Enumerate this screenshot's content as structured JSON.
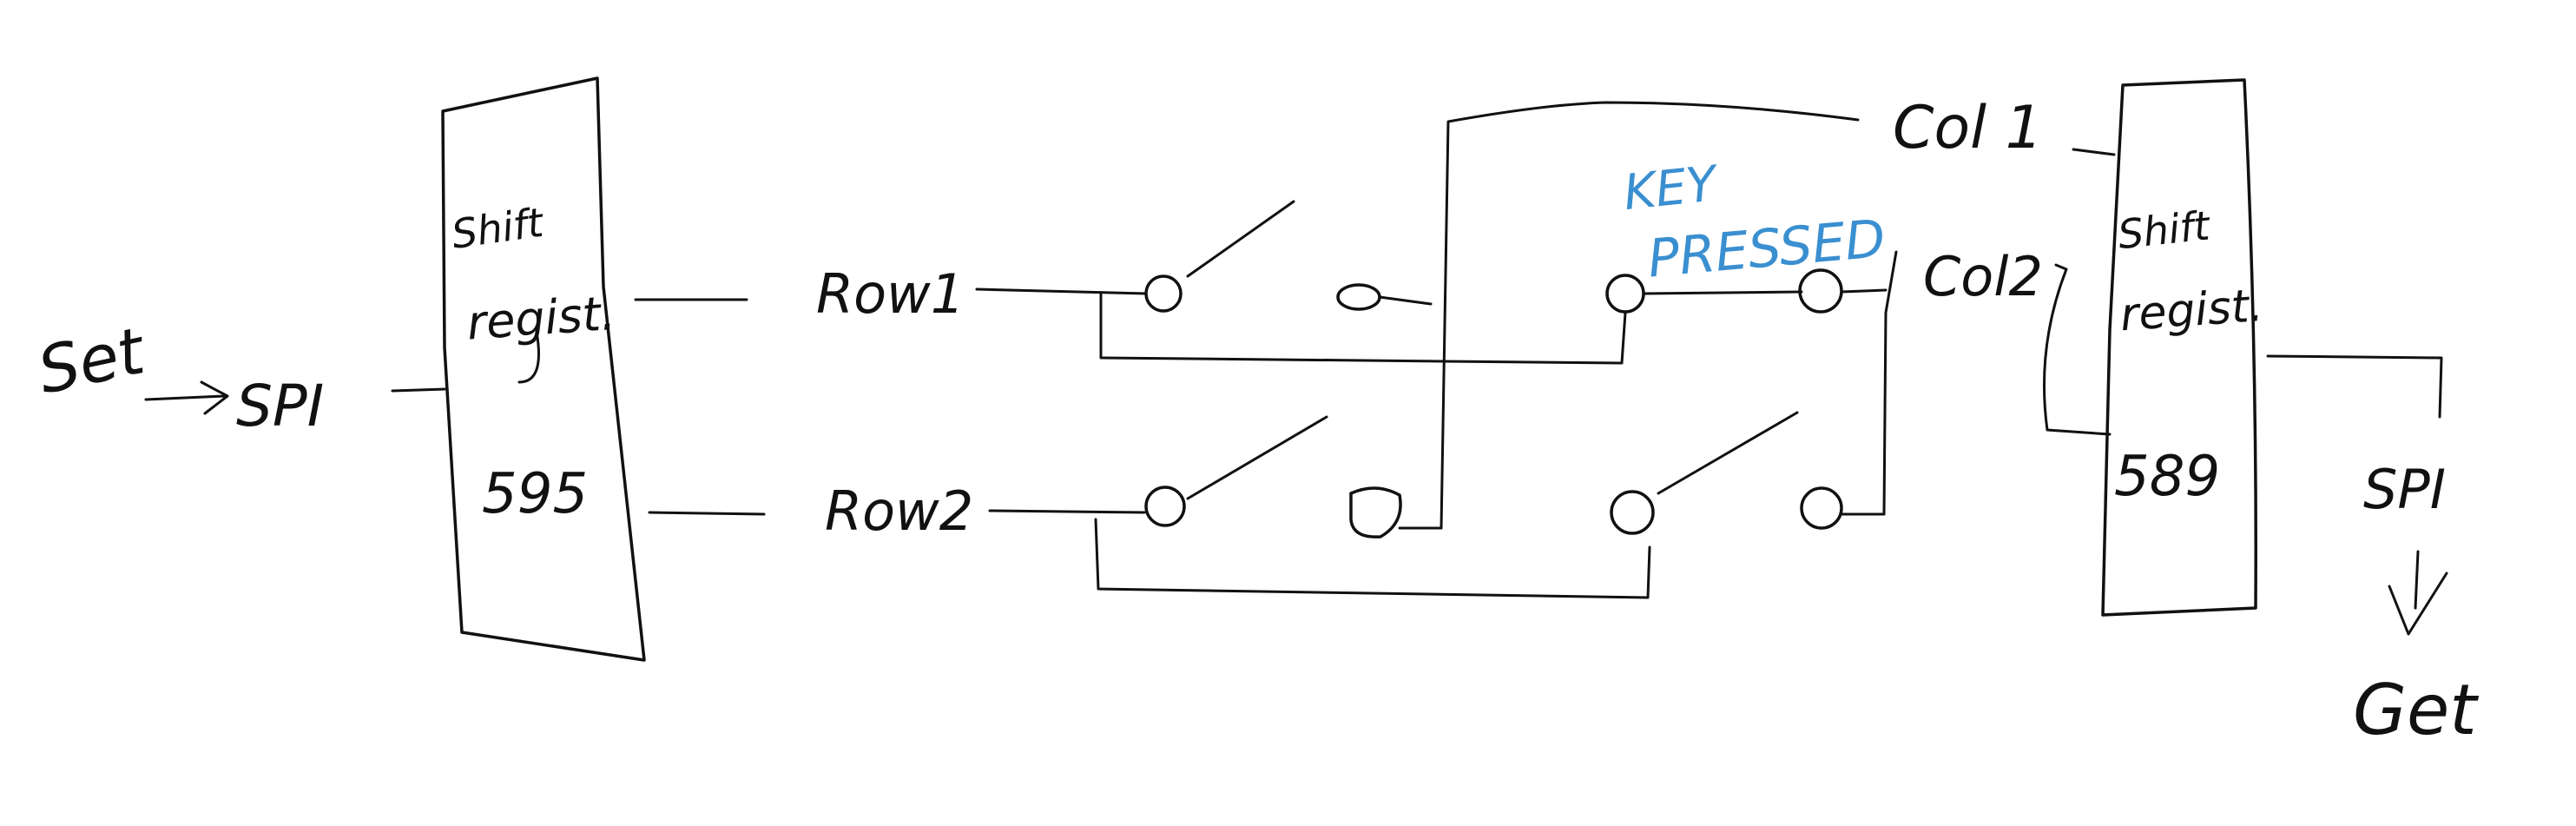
{
  "colors": {
    "ink": "#111111",
    "highlight": "#3a8fd0",
    "background": "#ffffff"
  },
  "labels": {
    "set": "Set",
    "spi_in": "SPI",
    "spi_out": "SPI",
    "get": "Get",
    "left_register": {
      "line1": "Shift",
      "line2": "regist.",
      "part": "595"
    },
    "right_register": {
      "line1": "Shift",
      "line2": "regist.",
      "part": "589"
    },
    "row1": "Row1",
    "row2": "Row2",
    "col1": "Col 1",
    "col2": "Col2",
    "key_pressed_line1": "KEY",
    "key_pressed_line2": "PRESSED"
  }
}
